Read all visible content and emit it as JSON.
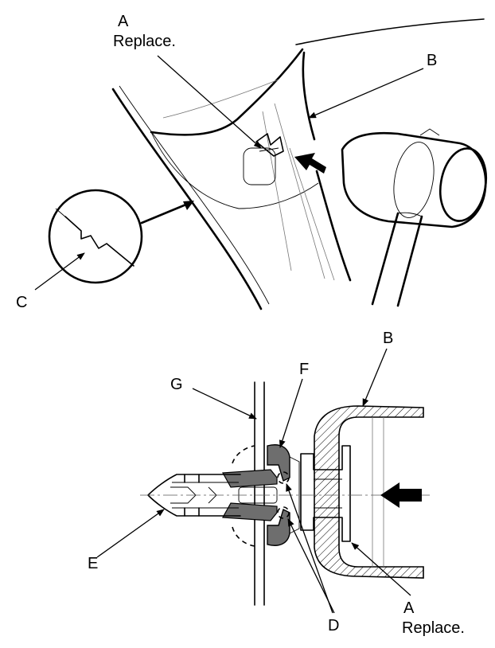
{
  "labels": {
    "a_top_letter": "A",
    "a_top_note": "Replace.",
    "b_top": "B",
    "c": "C",
    "b_bottom": "B",
    "f": "F",
    "g": "G",
    "e": "E",
    "d": "D",
    "a_bottom_letter": "A",
    "a_bottom_note": "Replace."
  },
  "colors": {
    "line": "#000000",
    "clip_fill": "#6e6e6e",
    "background": "#ffffff"
  }
}
